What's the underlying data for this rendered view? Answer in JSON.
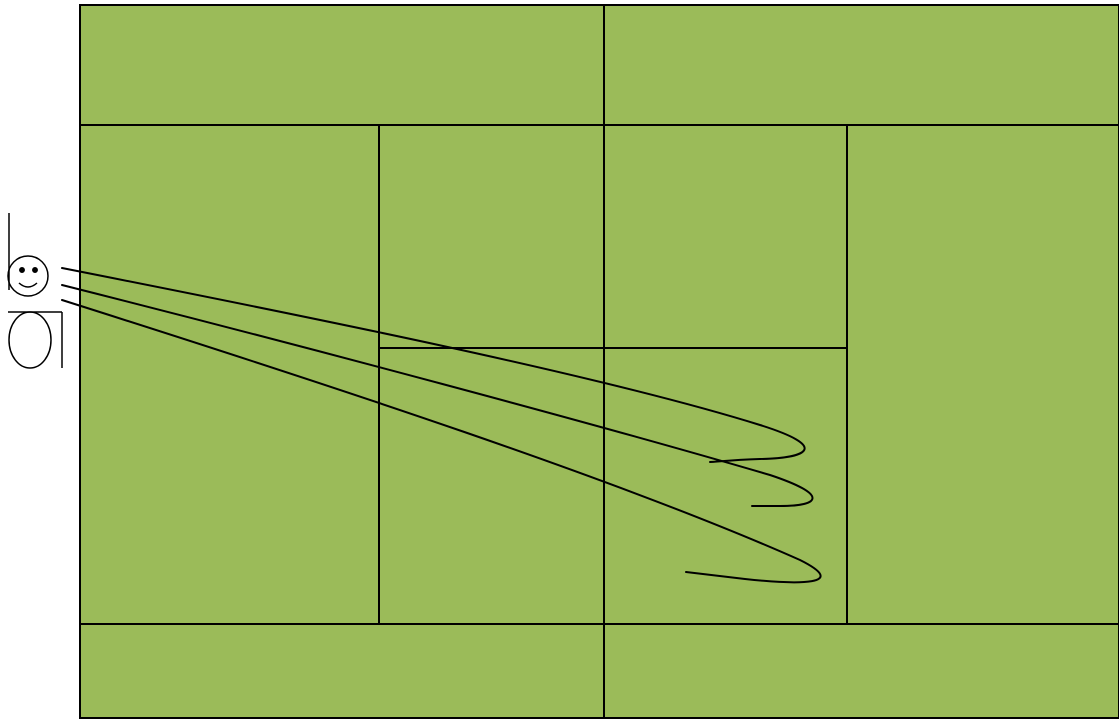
{
  "diagram": {
    "court_color": "#9bbb59",
    "line_color": "#000000",
    "background_color": "#ffffff",
    "regions": [
      {
        "name": "top-left-court-region"
      },
      {
        "name": "top-right-court-region"
      },
      {
        "name": "left-middle-court-region"
      },
      {
        "name": "center-upper-left-court-region"
      },
      {
        "name": "center-upper-right-court-region"
      },
      {
        "name": "center-lower-left-court-region"
      },
      {
        "name": "center-lower-right-court-region"
      },
      {
        "name": "right-middle-court-region"
      },
      {
        "name": "bottom-left-court-region"
      },
      {
        "name": "bottom-right-court-region"
      }
    ],
    "player": {
      "icon": "stick-figure-smiley-icon"
    },
    "trajectories": [
      {
        "name": "ball-trajectory-1"
      },
      {
        "name": "ball-trajectory-2"
      },
      {
        "name": "ball-trajectory-3"
      }
    ]
  }
}
